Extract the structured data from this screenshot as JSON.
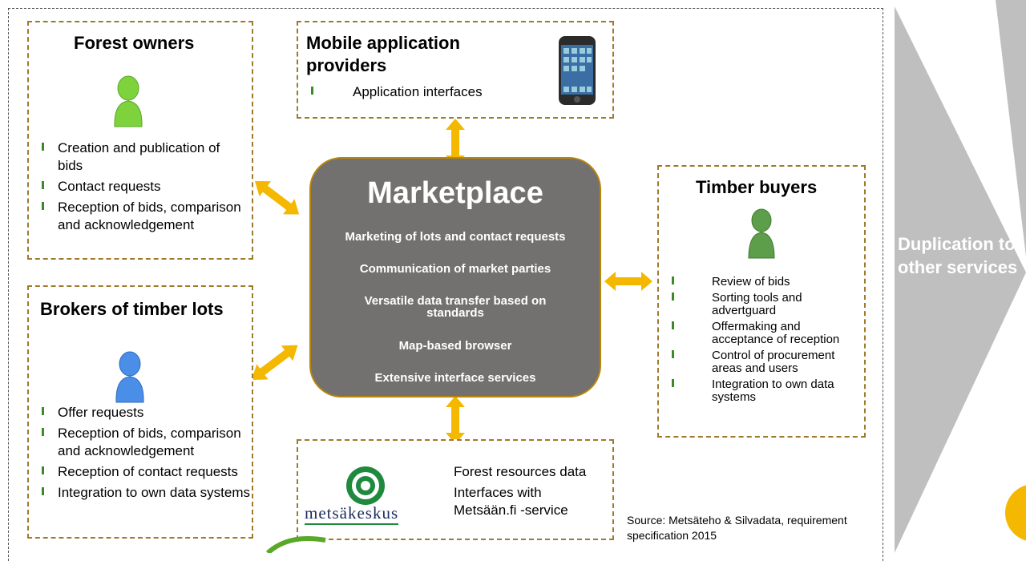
{
  "forest_owners": {
    "title": "Forest owners",
    "items": [
      "Creation and publication  of bids",
      "Contact requests",
      "Reception of bids, comparison and acknowledgement"
    ]
  },
  "mobile": {
    "title": "Mobile application providers",
    "items": [
      "Application interfaces"
    ]
  },
  "brokers": {
    "title": "Brokers of timber lots",
    "items": [
      "Offer requests",
      "Reception of bids, comparison and acknowledgement",
      "Reception of contact requests",
      "Integration to own data systems"
    ]
  },
  "marketplace": {
    "title": "Marketplace",
    "items": [
      "Marketing of lots and contact requests",
      "Communication of market parties",
      "Versatile data transfer based on standards",
      "Map-based browser",
      "Extensive interface services"
    ]
  },
  "timber_buyers": {
    "title": "Timber buyers",
    "items": [
      "Review of bids",
      "Sorting tools and advertguard",
      "Offermaking and acceptance of reception",
      "Control of procurement areas and users",
      "Integration to own data systems"
    ]
  },
  "metsakeskus": {
    "logo_text": "metsäkeskus",
    "items": [
      "Forest resources data",
      "Interfaces with Metsään.fi -service"
    ]
  },
  "duplication": {
    "text": "Duplication to other services"
  },
  "source": {
    "text": "Source: Metsäteho & Silvadata, requirement specification 2015"
  },
  "colors": {
    "arrow": "#f5b800",
    "box_border": "#a07a2c",
    "marketplace_bg": "#737070",
    "chevron": "#bfbfbf",
    "bullet": "#3a8a2a"
  },
  "icons": [
    "person-green-icon",
    "person-blue-icon",
    "person-darkgreen-icon",
    "smartphone-icon",
    "metsakeskus-logo"
  ]
}
